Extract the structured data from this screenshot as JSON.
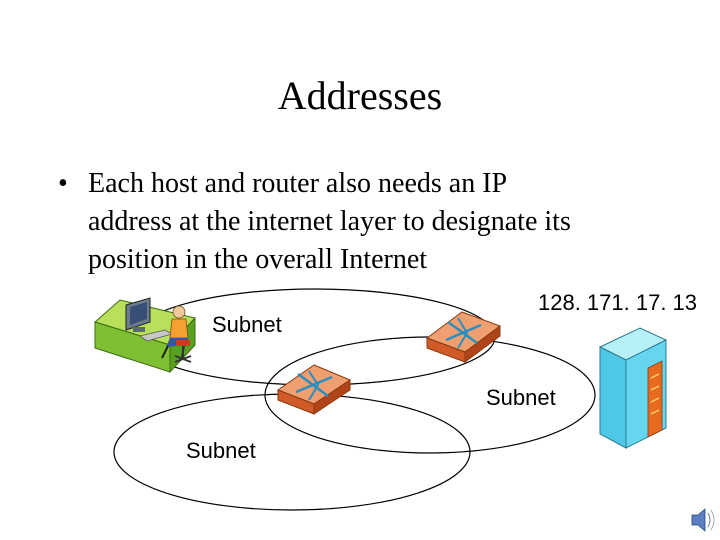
{
  "slide": {
    "title": "Addresses",
    "bullet_marker": "•",
    "bullet_lines": [
      "Each host and router also needs an IP",
      "address at the internet layer to designate its",
      "position in the overall Internet"
    ]
  },
  "diagram": {
    "subnet_labels": [
      "Subnet",
      "Subnet",
      "Subnet"
    ],
    "ip_label": "128. 171. 17. 13"
  },
  "icons": [
    "workstation-icon",
    "router-icon",
    "router-icon",
    "server-icon",
    "speaker-icon"
  ]
}
